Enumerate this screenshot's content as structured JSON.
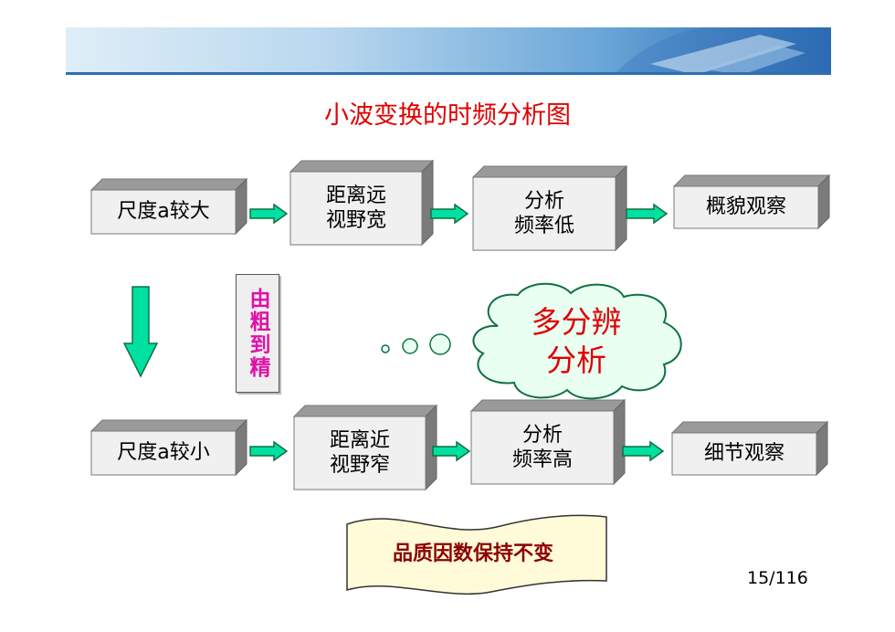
{
  "title": "小波变换的时频分析图",
  "row_top": {
    "scale": "尺度a较大",
    "distance": [
      "距离远",
      "视野宽"
    ],
    "analysis": [
      "分析",
      "频率低"
    ],
    "observe": "概貌观察"
  },
  "row_bottom": {
    "scale": "尺度a较小",
    "distance": [
      "距离近",
      "视野窄"
    ],
    "analysis": [
      "分析",
      "频率高"
    ],
    "observe": "细节观察"
  },
  "side_label": "由粗到精",
  "cloud_text": [
    "多分辨",
    "分析"
  ],
  "quality_label": "品质因数保持不变",
  "page_number": "15/116",
  "colors": {
    "title": "#e00000",
    "arrow_fill": "#00e0a0",
    "arrow_stroke": "#107040",
    "cloud_fill": "#e8fff2",
    "side_text": "#e010a8",
    "quality_text": "#8b0000",
    "banner_fill": "#fffbd8"
  }
}
